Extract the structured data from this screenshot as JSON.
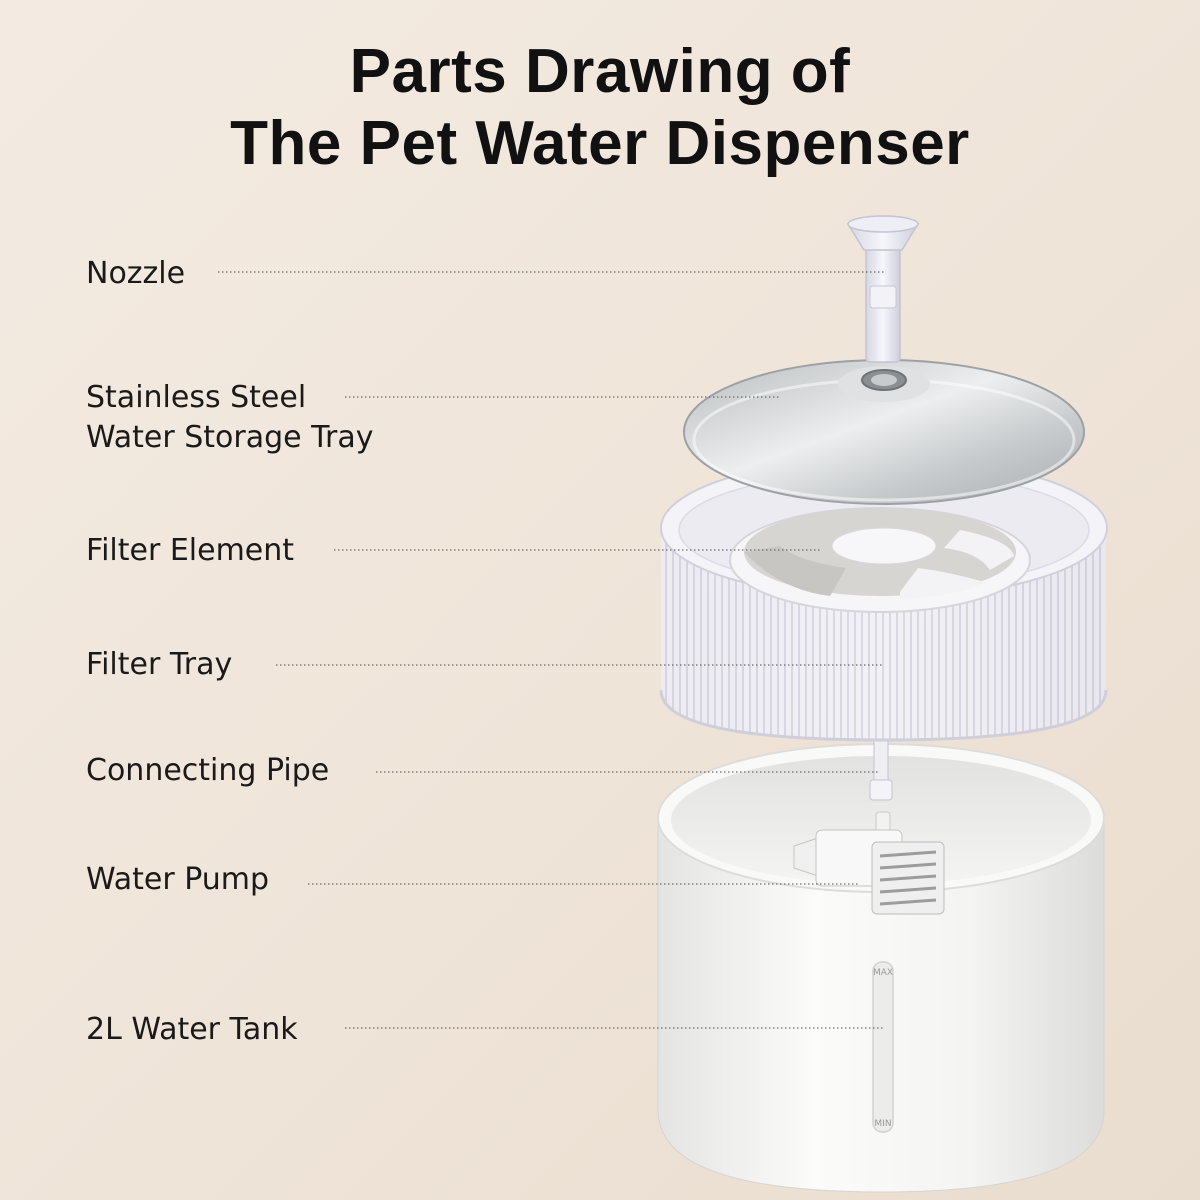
{
  "title": {
    "line1": "Parts Drawing of",
    "line2": "The Pet Water Dispenser"
  },
  "parts": [
    {
      "label": "Nozzle"
    },
    {
      "label_line1": "Stainless Steel",
      "label_line2": "Water Storage Tray"
    },
    {
      "label": "Filter Element"
    },
    {
      "label": "Filter Tray"
    },
    {
      "label": "Connecting Pipe"
    },
    {
      "label": "Water Pump"
    },
    {
      "label": "2L Water Tank"
    }
  ],
  "tank_marks": {
    "max": "MAX",
    "min": "MIN"
  },
  "colors": {
    "background": "#efe4d8",
    "leader_line": "#6b6b6b",
    "tank_white": "#f7f7f5",
    "steel": "#c9cccd"
  }
}
